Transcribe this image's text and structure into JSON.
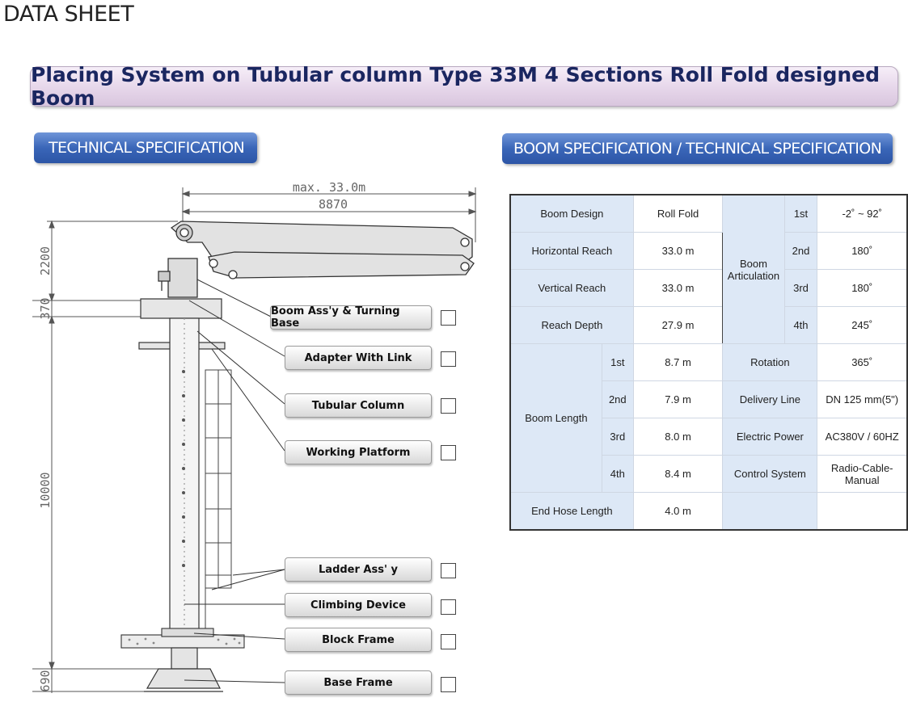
{
  "page": {
    "sheet_title": "DATA SHEET",
    "main_title": "Placing System on Tubular column Type 33M 4 Sections Roll Fold designed Boom",
    "tech_banner": "TECHNICAL SPECIFICATION",
    "boom_banner": "BOOM SPECIFICATION / TECHNICAL SPECIFICATION"
  },
  "diagram": {
    "dim_max": "max. 33.0m",
    "dim_width": "8870",
    "dim_2200": "2200",
    "dim_370": "370",
    "dim_10000": "10000",
    "dim_690": "690"
  },
  "parts": [
    "Boom Ass'y & Turning Base",
    "Adapter With Link",
    "Tubular Column",
    "Working Platform",
    "Ladder Ass' y",
    "Climbing Device",
    "Block Frame",
    "Base Frame"
  ],
  "table": {
    "boom_design_label": "Boom Design",
    "boom_design_value": "Roll Fold",
    "horizontal_reach_label": "Horizontal Reach",
    "horizontal_reach_value": "33.0 m",
    "vertical_reach_label": "Vertical Reach",
    "vertical_reach_value": "33.0 m",
    "reach_depth_label": "Reach Depth",
    "reach_depth_value": "27.9 m",
    "articulation_label_1": "Boom",
    "articulation_label_2": "Articulation",
    "art_1_label": "1st",
    "art_1_value": "-2˚ ~ 92˚",
    "art_2_label": "2nd",
    "art_2_value": "180˚",
    "art_3_label": "3rd",
    "art_3_value": "180˚",
    "art_4_label": "4th",
    "art_4_value": "245˚",
    "boom_length_label": "Boom Length",
    "len_1_label": "1st",
    "len_1_value": "8.7 m",
    "len_2_label": "2nd",
    "len_2_value": "7.9 m",
    "len_3_label": "3rd",
    "len_3_value": "8.0 m",
    "len_4_label": "4th",
    "len_4_value": "8.4 m",
    "rotation_label": "Rotation",
    "rotation_value": "365˚",
    "delivery_line_label": "Delivery Line",
    "delivery_line_value": "DN 125 mm(5\")",
    "electric_power_label": "Electric Power",
    "electric_power_value": "AC380V / 60HZ",
    "control_system_label": "Control System",
    "control_system_value": "Radio-Cable-Manual",
    "end_hose_label": "End Hose Length",
    "end_hose_value": "4.0 m"
  }
}
